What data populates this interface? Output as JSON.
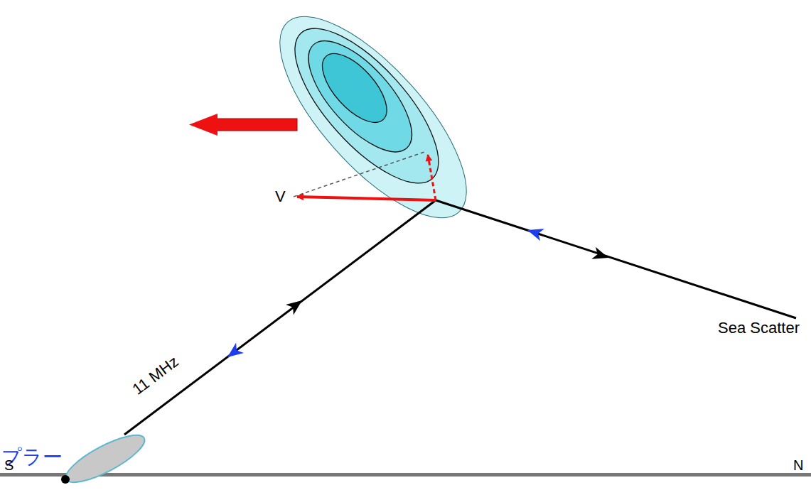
{
  "diagram": {
    "labels": [
      "11 MHz",
      "Sea Scatter",
      "V",
      "プラー",
      "S",
      "N"
    ]
  }
}
